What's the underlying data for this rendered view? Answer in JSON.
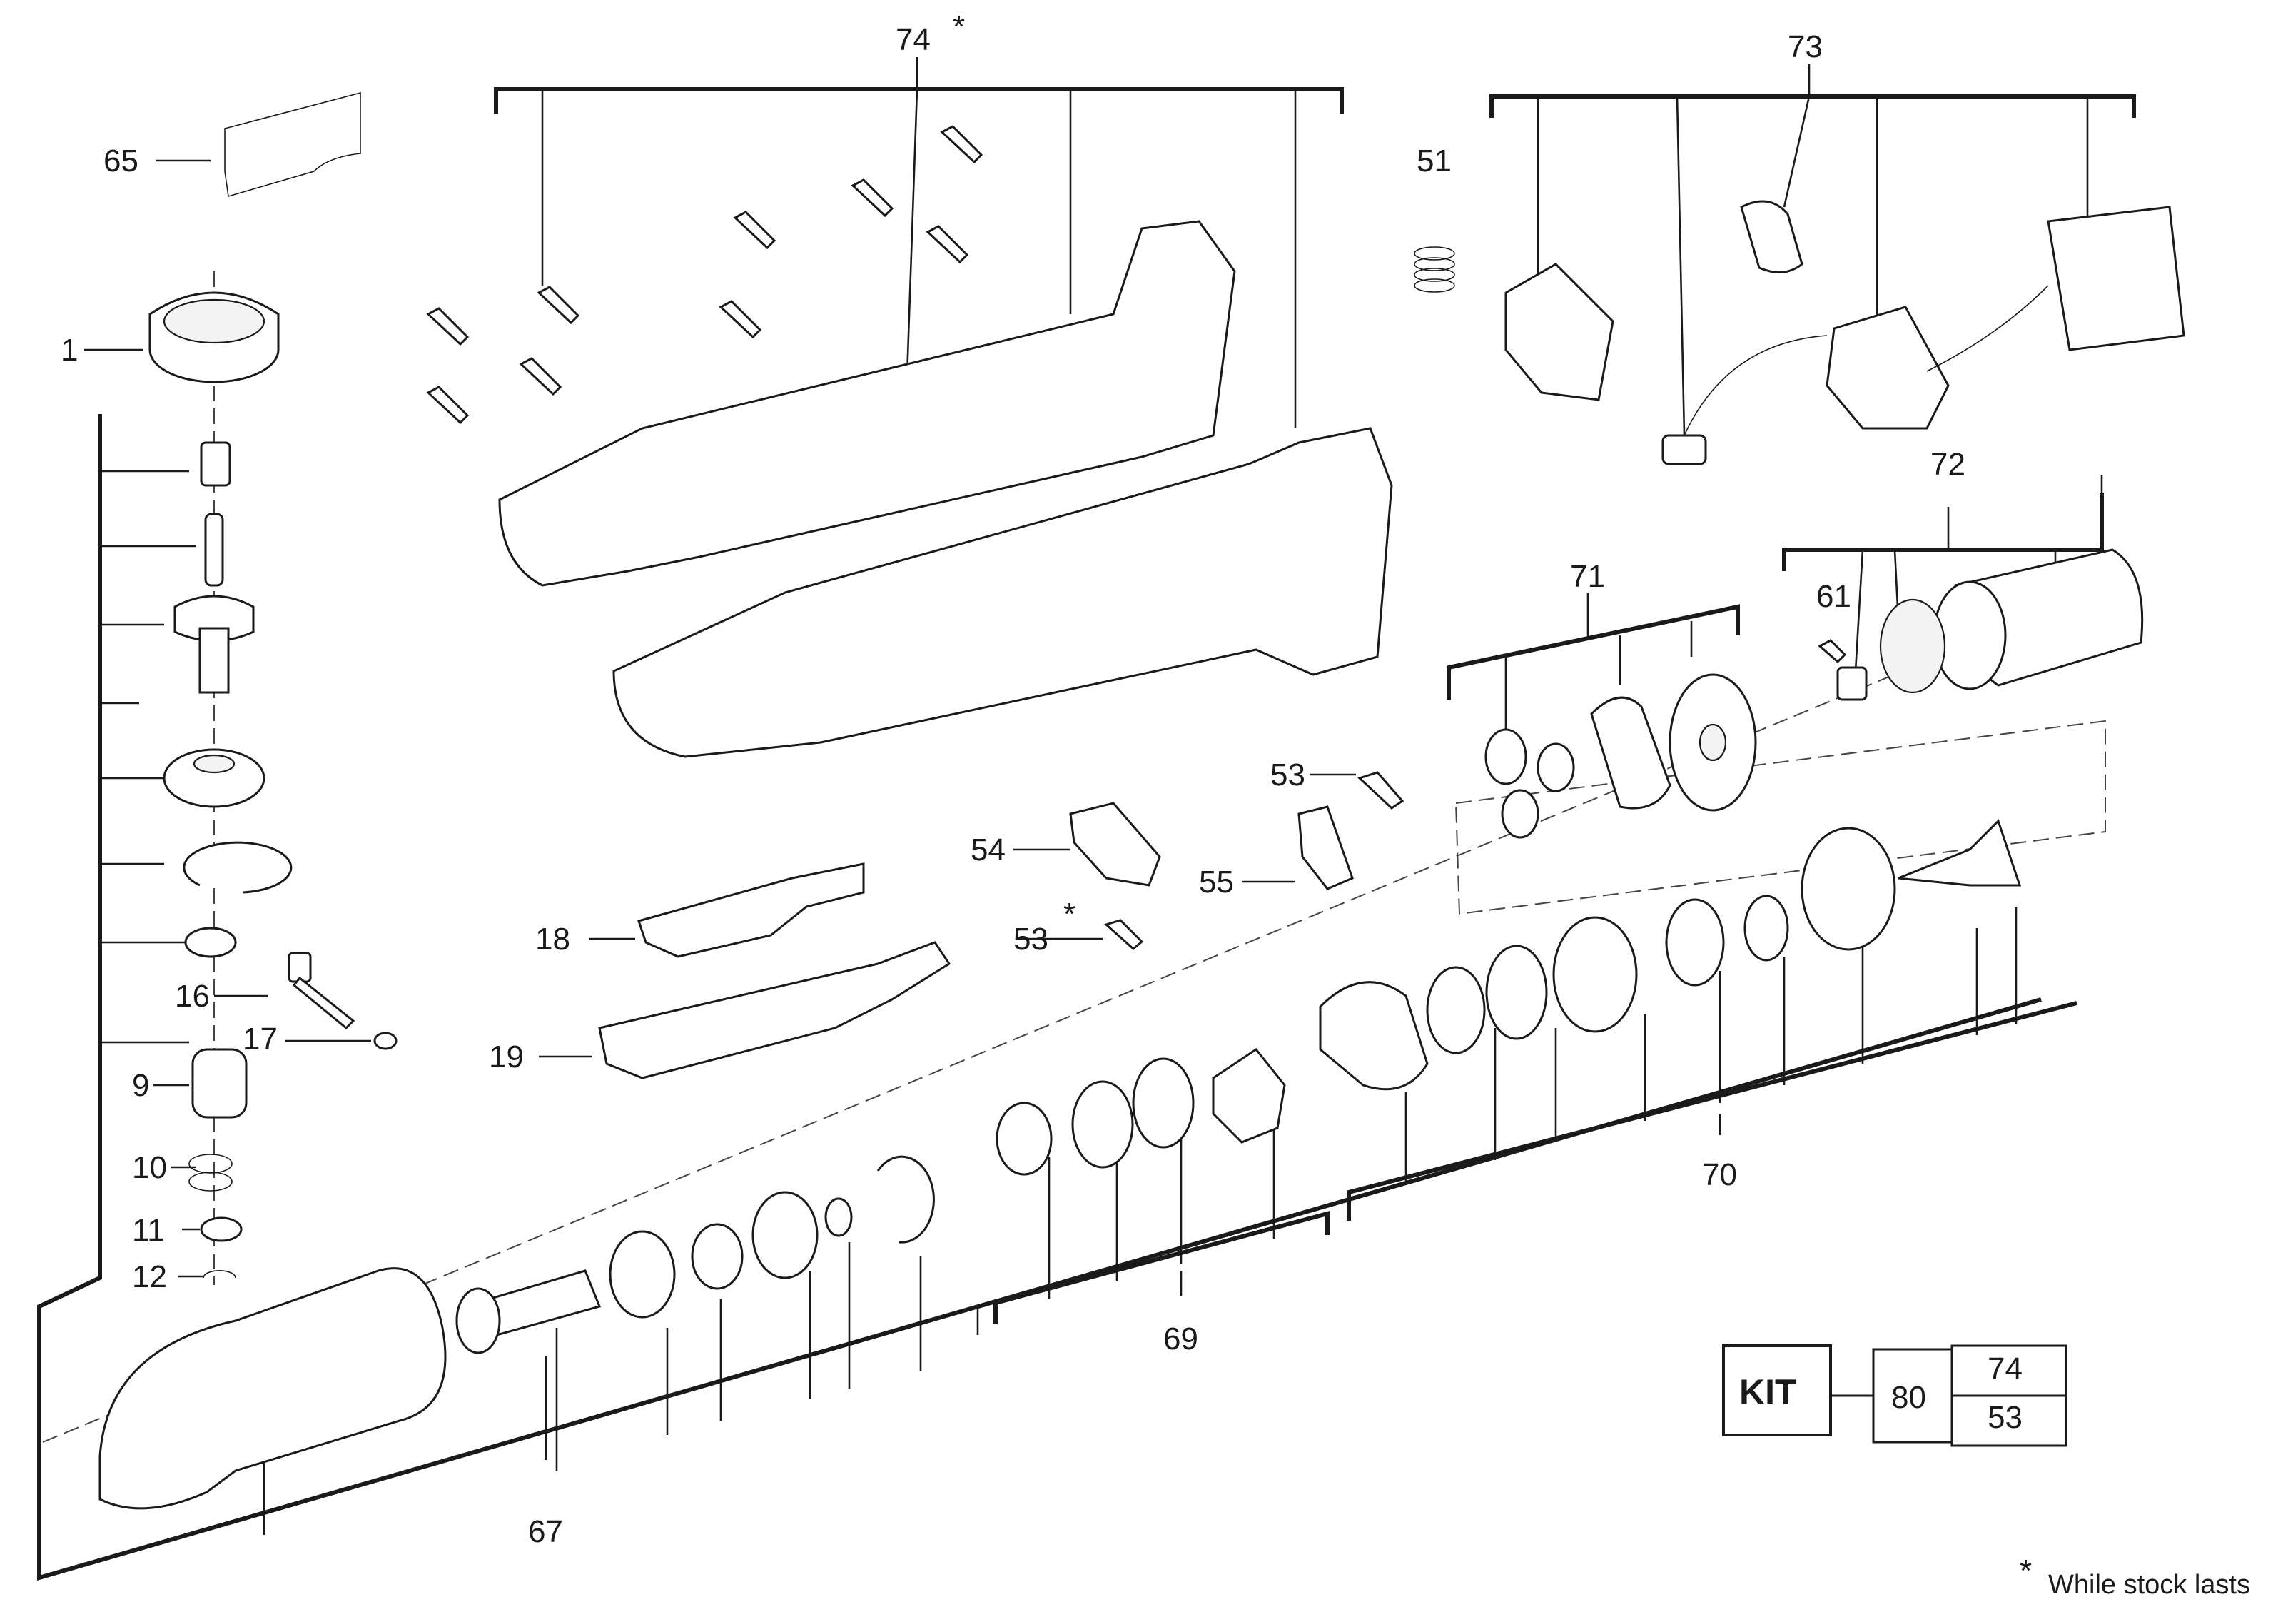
{
  "diagram": {
    "labels": {
      "p74": "74",
      "p74_star": "*",
      "p73": "73",
      "p65": "65",
      "p1": "1",
      "p51": "51",
      "p72": "72",
      "p71": "71",
      "p61": "61",
      "p53a": "53",
      "p54": "54",
      "p55": "55",
      "p53b": "53",
      "p53b_star": "*",
      "p18": "18",
      "p16": "16",
      "p17": "17",
      "p19": "19",
      "p9": "9",
      "p10": "10",
      "p11": "11",
      "p12": "12",
      "p70": "70",
      "p69": "69",
      "p67": "67"
    },
    "kit": {
      "label": "KIT",
      "number": "80",
      "contents": [
        "74",
        "53"
      ]
    },
    "footnote": {
      "star": "*",
      "text": "While stock lasts"
    }
  }
}
